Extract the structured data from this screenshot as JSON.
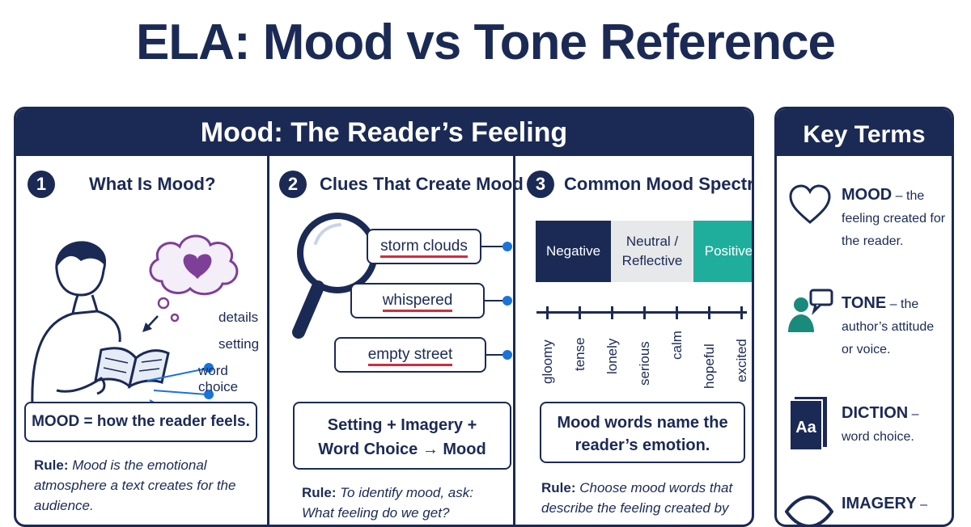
{
  "title": "ELA: Mood vs Tone Reference",
  "mood_panel": {
    "header": "Mood: The Reader’s Feeling",
    "sections": [
      {
        "number": "1",
        "title": "What Is Mood?",
        "labels": [
          "details",
          "setting",
          "word choice"
        ],
        "box": "MOOD = how the reader feels.",
        "rule_label": "Rule:",
        "rule_text": "Mood is the emotional atmosphere a text creates for the audience."
      },
      {
        "number": "2",
        "title": "Clues That Create Mood",
        "clues": [
          "storm clouds",
          "whispered",
          "empty street"
        ],
        "box_line1": "Setting + Imagery +",
        "box_line2": "Word Choice → Mood",
        "rule_label": "Rule:",
        "rule_text": "To identify mood, ask: What feeling do we get?"
      },
      {
        "number": "3",
        "title": "Common Mood Spectrum",
        "spectrum": [
          {
            "label": "Negative",
            "color": "#1b2a55"
          },
          {
            "label": "Neutral / Reflective",
            "color": "#e7e8ea"
          },
          {
            "label": "Positive",
            "color": "#1fae9c"
          }
        ],
        "words": [
          "gloomy",
          "tense",
          "lonely",
          "serious",
          "calm",
          "hopeful",
          "excited"
        ],
        "box_line1": "Mood words name the",
        "box_line2": "reader’s emotion.",
        "rule_label": "Rule:",
        "rule_text": "Choose mood words that describe the feeling created by"
      }
    ]
  },
  "key_terms": {
    "header": "Key Terms",
    "items": [
      {
        "icon": "heart-icon",
        "term": "MOOD",
        "def": "– the feeling created for the reader."
      },
      {
        "icon": "people-chat-icon",
        "term": "TONE",
        "def": "– the author’s attitude or voice."
      },
      {
        "icon": "dictionary-icon",
        "term": "DICTION",
        "def": "– word choice."
      },
      {
        "icon": "eye-icon",
        "term": "IMAGERY",
        "def": "–"
      }
    ]
  },
  "colors": {
    "navy": "#1b2a55",
    "teal": "#1fae9c",
    "purple": "#7e3f98",
    "blue": "#1a73d9",
    "red": "#d42a3a"
  }
}
